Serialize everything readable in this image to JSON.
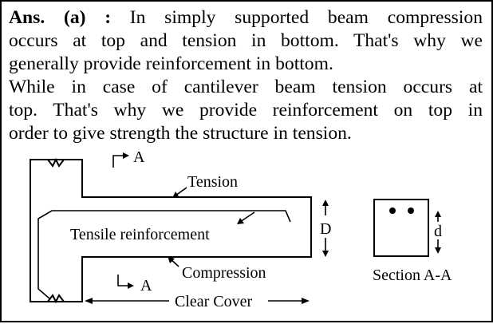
{
  "answer": {
    "label": "Ans. (a) :",
    "line1_rest": "In simply supported beam compression",
    "line2": "occurs at top and tension in bottom. That's why we",
    "line3": "generally provide reinforcement in bottom.",
    "line4": "While in case of cantilever beam tension occurs at",
    "line5": "top. That's why we provide reinforcement on top in",
    "line6": "order to give strength the structure in tension."
  },
  "figure": {
    "section_mark_top": "A",
    "section_mark_bottom": "A",
    "tension_label": "Tension",
    "reinforcement_label": "Tensile reinforcement",
    "compression_label": "Compression",
    "depth_label": "D",
    "clear_cover_label": "Clear Cover",
    "section_caption": "Section A-A",
    "section_depth_label": "d"
  }
}
